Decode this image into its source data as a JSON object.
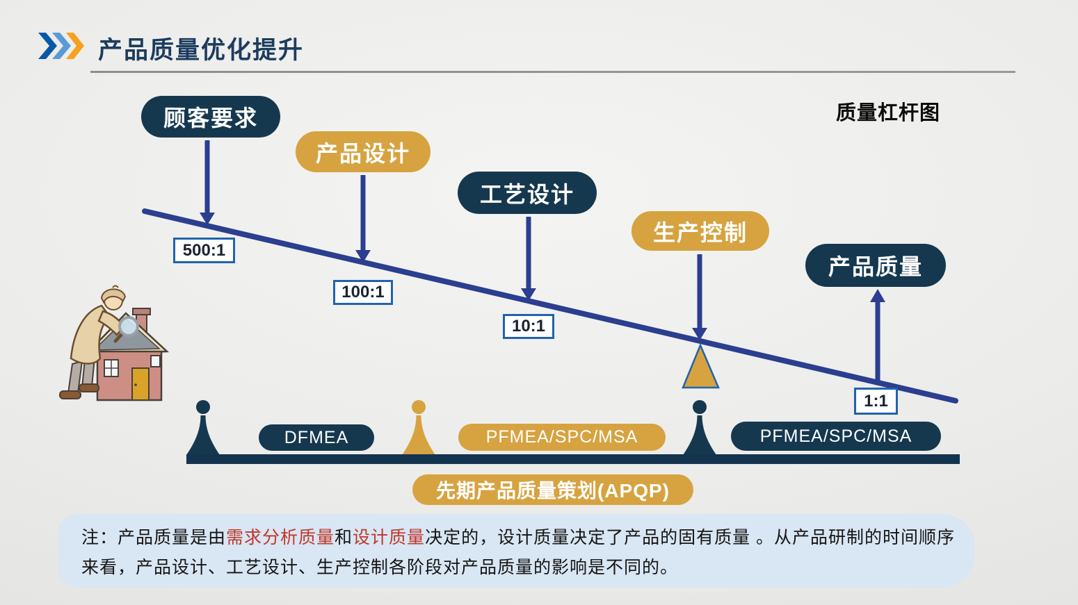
{
  "header": {
    "title": "产品质量优化提升"
  },
  "diagram": {
    "caption": "质量杠杆图",
    "stages": [
      {
        "label": "顾客要求",
        "color": "navy"
      },
      {
        "label": "产品设计",
        "color": "gold"
      },
      {
        "label": "工艺设计",
        "color": "navy"
      },
      {
        "label": "生产控制",
        "color": "gold"
      },
      {
        "label": "产品质量",
        "color": "navy"
      }
    ],
    "ratios": [
      "500:1",
      "100:1",
      "10:1",
      "1:1"
    ]
  },
  "timeline": {
    "method_bars": [
      {
        "label": "DFMEA",
        "color": "navy"
      },
      {
        "label": "PFMEA/SPC/MSA",
        "color": "gold"
      },
      {
        "label": "PFMEA/SPC/MSA",
        "color": "navy"
      }
    ],
    "apqp_label": "先期产品质量策划(APQP)"
  },
  "note": {
    "line1": [
      {
        "text": "注：产品质量是由",
        "highlight": false
      },
      {
        "text": "需求分析质量",
        "highlight": true
      },
      {
        "text": "和",
        "highlight": false
      },
      {
        "text": "设计质量",
        "highlight": true
      },
      {
        "text": "决定的，设计质量决定了产品的固有质量 。从产品研制的时间顺序",
        "highlight": false
      }
    ],
    "line2": "来看，产品设计、工艺设计、生产控制各阶段对产品质量的影响是不同的。"
  },
  "colors": {
    "navy": "#15384F",
    "gold": "#D6A340",
    "lever_blue": "#2B3E8F",
    "title_navy": "#1C3C5E",
    "ratio_border_blue": "#2063AE",
    "note_bg": "#D9E6F3",
    "note_red": "#BF3728",
    "chevron_dark_blue": "#0A57A7",
    "chevron_light_blue": "#5B9BD5",
    "chevron_orange": "#F6A21D"
  }
}
